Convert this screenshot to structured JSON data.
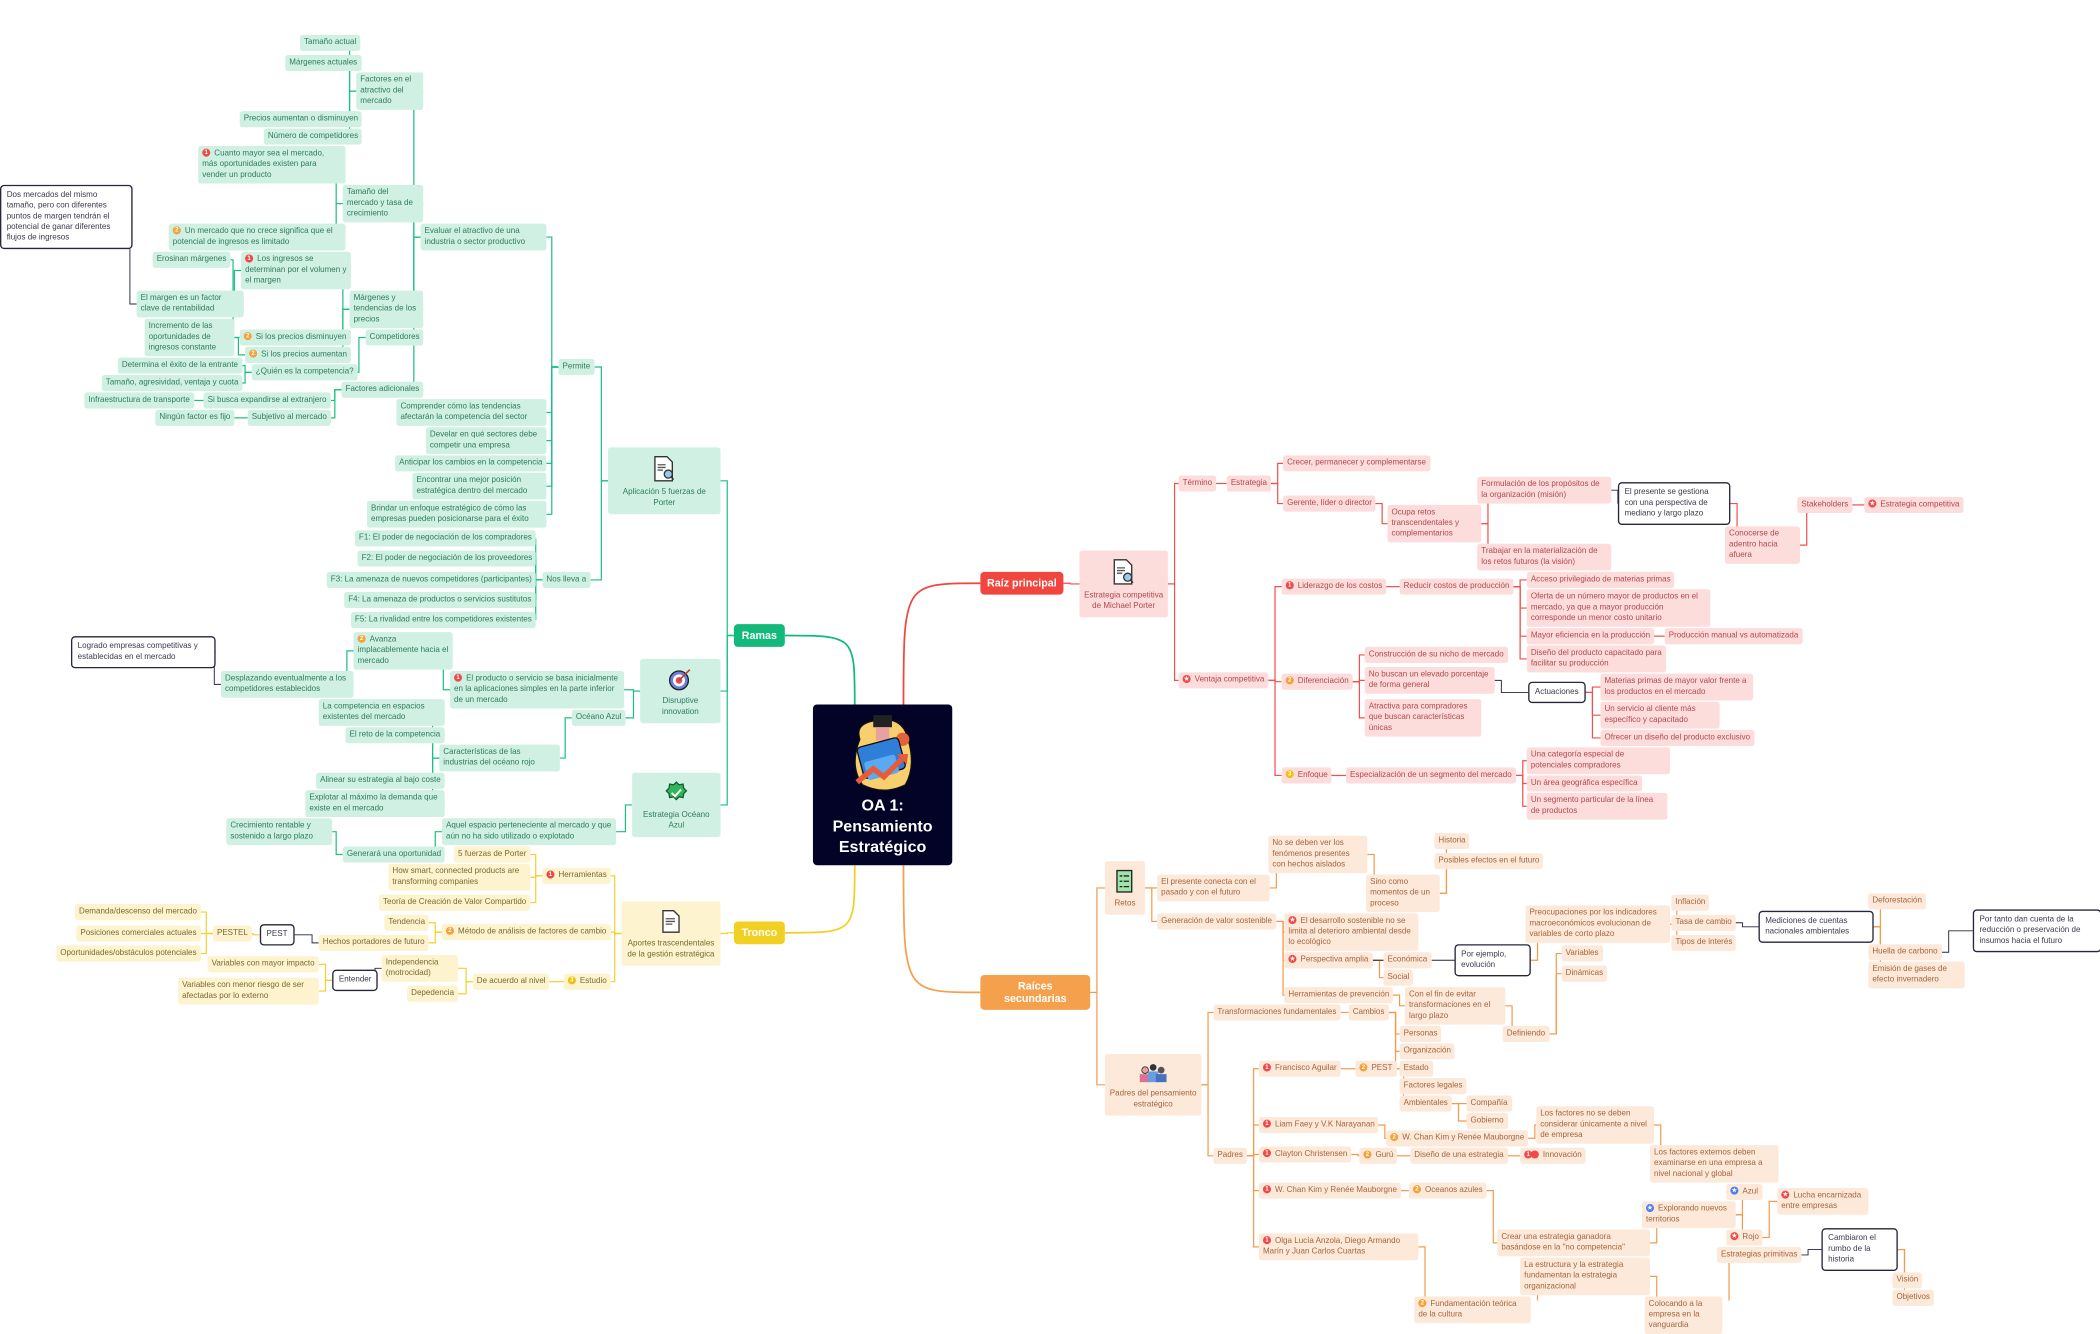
{
  "central": {
    "title": "OA 1: Pensamiento Estratégico",
    "icon": "briefcase-growth-illustration"
  },
  "branches": {
    "ramas": {
      "label": "Ramas",
      "color": "#12b97a"
    },
    "tronco": {
      "label": "Tronco",
      "color": "#f1d023"
    },
    "raiz_principal": {
      "label": "Raíz principal",
      "color": "#f0463f"
    },
    "raices_secundarias": {
      "label": "Raíces secundarias",
      "color": "#f5a04c"
    }
  },
  "nodes": {
    "ramas": {
      "g_porter": "Aplicación 5 fuerzas de Porter",
      "g_disr": "Disruptive innovation",
      "g_ocean": "Estrategia Océano Azul",
      "g_permite": "Permite",
      "g_nos": "Nos lleva a",
      "g_eval": "Evaluar el atractivo de una industria o sector productivo",
      "g_comp": "Comprender cómo las tendencias afectarán la competencia del sector",
      "g_dev": "Develar en qué sectores debe competir una empresa",
      "g_ant": "Anticipar los cambios en la competencia",
      "g_enc": "Encontrar una mejor posición estratégica dentro del mercado",
      "g_brin": "Brindar un enfoque estratégico de cómo las empresas pueden posicionarse para el éxito",
      "g_fact": "Factores en el atractivo del mercado",
      "g_tam": "Tamaño del mercado y tasa de crecimiento",
      "g_marg": "Márgenes y tendencias de los precios",
      "g_compet": "Competidores",
      "g_fadd": "Factores adicionales",
      "g_ta": "Tamaño actual",
      "g_ma": "Márgenes actuales",
      "g_pa": "Precios aumentan o disminuyen",
      "g_nc": "Número de competidores",
      "g_cm": "Cuanto mayor sea el mercado, más oportunidades existen para vender un producto",
      "g_un": "Un mercado que no crece significa que el potencial de ingresos es limitado",
      "g_li": "Los ingresos se determinan por el volumen y el margen",
      "g_spd": "Si los precios disminuyen",
      "g_spa": "Si los precios aumentan",
      "g_mf": "El margen es un factor clave de rentabilidad",
      "g_dos": "Dos mercados del mismo tamaño, pero con diferentes puntos de margen tendrán el potencial de ganar diferentes flujos de ingresos",
      "g_ero": "Erosinan márgenes",
      "g_inc": "Incremento de las oportunidades de ingresos constante",
      "g_qui": "¿Quién es la competencia?",
      "g_det": "Determina el éxito de la entrante",
      "g_tag": "Tamaño, agresividad, ventaja y cuota",
      "g_sbe": "Si busca expandirse al extranjero",
      "g_sub": "Subjetivo al mercado",
      "g_inf": "Infraestructura de transporte",
      "g_nin": "Ningún factor es fijo",
      "g_f1": "F1: El poder de negociación de los compradores",
      "g_f2": "F2: El poder de negociación de los proveedores",
      "g_f3": "F3: La amenaza de nuevos competidores (participantes)",
      "g_f4": "F4: La amenaza de productos o servicios sustitutos",
      "g_f5": "F5: La rivalidad entre los competidores existentes",
      "g_prod": "El producto o servicio se basa inicialmente en la aplicaciones simples en la parte inferior de un mercado",
      "g_ava": "Avanza implacablemente hacia el mercado",
      "g_des": "Desplazando eventualmente a los competidores establecidos",
      "g_log": "Logrado empresas competitivas y establecidas en el mercado",
      "g_oa": "Océano Azul",
      "g_car": "Características de las industrias del océano rojo",
      "g_c1": "La competencia en espacios existentes del mercado",
      "g_c2": "El reto de la competencia",
      "g_c3": "Alinear su estrategia al bajo coste",
      "g_c4": "Explotar al máximo la demanda que existe en el mercado",
      "g_aqu": "Aquel espacio perteneciente al mercado y que aún no ha sido utilizado o explotado",
      "g_gen": "Generará una oportunidad",
      "g_cre": "Crecimiento rentable y sostenido a largo plazo"
    },
    "tronco": {
      "y_apo": "Aportes trascendentales de la gestión estratégica",
      "y_her": "Herramientas",
      "y_met": "Método de análisis de factores de cambio",
      "y_est": "Estudio",
      "y_5f": "5 fuerzas de Porter",
      "y_how": "How smart, connected products are transforming companies",
      "y_teo": "Teoría de Creación de Valor Compartido",
      "y_ten": "Tendencia",
      "y_hec": "Hechos portadores de futuro",
      "y_pest": "PEST",
      "y_pestel": "PESTEL",
      "y_dem": "Demanda/descenso del mercado",
      "y_pos": "Posiciones comerciales actuales",
      "y_opo": "Oportunidades/obstáculos potenciales",
      "y_dea": "De acuerdo al nivel",
      "y_ind": "Independencia (motrocidad)",
      "y_dep": "Depedencia",
      "y_ent": "Entender",
      "y_vmi": "Variables con mayor impacto",
      "y_vme": "Variables con menor riesgo de ser afectadas por lo externo"
    },
    "raiz_principal": {
      "r_ecmp": "Estrategia competitiva de Michael Porter",
      "r_ter": "Término",
      "r_ven": "Ventaja competitiva",
      "r_estr": "Estrategia",
      "r_cre": "Crecer, permanecer y complementarse",
      "r_ger": "Gerente, líder o director",
      "r_ocu": "Ocupa retos transcendentales y complementarios",
      "r_for": "Formulación de los propósitos de la organización (misión)",
      "r_tra": "Trabajar en la materialización de los retos futuros (la visión)",
      "r_pre": "El presente se gestiona con una perspectiva de mediano y largo plazo",
      "r_con": "Conocerse de adentro hacia afuera",
      "r_sta": "Stakeholders",
      "r_ec": "Estrategia competitiva",
      "r_lid": "Liderazgo de los costos",
      "r_dif": "Diferenciación",
      "r_enf": "Enfoque",
      "r_red": "Reducir costos de producción",
      "r_acc": "Acceso privilegiado de materias primas",
      "r_ofe": "Oferta de un número mayor de productos en el mercado, ya que a mayor producción corresponde un menor costo unitario",
      "r_may": "Mayor eficiencia en la producción",
      "r_dis": "Diseño del producto capacitado para facilitar su producción",
      "r_pma": "Producción manual vs automatizada",
      "r_cns": "Construcción de su nicho de mercado",
      "r_nob": "No buscan un elevado porcentaje de forma general",
      "r_atr": "Atractiva para compradores que buscan características únicas",
      "r_act": "Actuaciones",
      "r_mat": "Materias primas de mayor valor frente a los productos en el mercado",
      "r_ser": "Un servicio al cliente más específico y capacitado",
      "r_ofr": "Ofrecer un diseño del producto exclusivo",
      "r_esp": "Especialización de un segmento del mercado",
      "r_cat": "Una categoría especial de potenciales compradores",
      "r_are": "Un área geográfica específica",
      "r_seg": "Un segmento particular de la línea de productos"
    },
    "raices_secundarias": {
      "o_ret": "Retos",
      "o_pad": "Padres del pensamiento estratégico",
      "o_epc": "El presente conecta con el pasado y con el futuro",
      "o_gvs": "Generación de valor sostenible",
      "o_nsd": "No se deben ver los fenómenos presentes con hechos aislados",
      "o_sin": "Sino como momentos de un proceso",
      "o_his": "Historia",
      "o_pef": "Posibles efectos en el futuro",
      "o_eds": "El desarrollo sostenible no se limita al deterioro ambiental desde lo ecológico",
      "o_per": "Perspectiva amplia",
      "o_hpr": "Herramientas de prevención",
      "o_eco": "Económica",
      "o_soc": "Social",
      "o_pej": "Por ejemplo, evolución",
      "o_pin": "Preocupaciones por los indicadores macroeconómicos evolucionan de variables de corto plazo",
      "o_inf": "Inflación",
      "o_tas": "Tasa de cambio",
      "o_tip": "Tipos de interés",
      "o_med": "Mediciones de cuentas nacionales ambientales",
      "o_def": "Deforestación",
      "o_hue": "Huella de carbono",
      "o_emi": "Emisión de gases de efecto invernadero",
      "o_ptd": "Por tanto dan cuenta de la reducción o preservación de insumos hacia el futuro",
      "o_cfe": "Con el fin de evitar transformaciones en el largo plazo",
      "o_def2": "Definiendo",
      "o_var": "Variables",
      "o_din": "Dinámicas",
      "o_tfu": "Transformaciones fundamentales",
      "o_pds": "Padres",
      "o_cam": "Cambios",
      "o_pers": "Personas",
      "o_org": "Organización",
      "o_est": "Estado",
      "o_fa": "Francisco Aguilar",
      "o_lf": "Liam Faey y V.K Narayanan",
      "o_cc": "Clayton Christensen",
      "o_wc": "W. Chan Kim y Renée Mauborgne",
      "o_ol": "Olga Lucía Anzola, Diego Armando Marín y Juan Carlos Cuartas",
      "o_pest": "PEST",
      "o_fle": "Factores legales",
      "o_amb": "Ambientales",
      "o_comp": "Compañía",
      "o_gob": "Gobierno",
      "o_wc2": "W. Chan Kim y Renée Mauborgne",
      "o_lfn": "Los factores no se deben considerar únicamente a nivel de empresa",
      "o_lfe": "Los factores externos deben examinarse en una empresa a nivel nacional y global",
      "o_gur": "Gurú",
      "o_dis": "Diseño de una estrategia",
      "o_inn": "Innovación",
      "o_oce": "Oceanos azules",
      "o_cre": "Crear una estrategia ganadora basándose en la \"no competencia\"",
      "o_exp": "Explorando nuevos territorios",
      "o_azu": "Azul",
      "o_roj": "Rojo",
      "o_luc": "Lucha encarnizada entre empresas",
      "o_fun": "Fundamentación teórica de la cultura",
      "o_lae": "La estructura y la estrategia fundamentan la estrategia organizacional",
      "o_col": "Colocando a la empresa en la vanguardia",
      "o_epr": "Estrategias primitivas",
      "o_cph": "Cambiaron el rumbo de la historia",
      "o_vis": "Visión",
      "o_obj": "Objetivos"
    }
  },
  "markers": {
    "g_cm": "priority-1",
    "g_un": "priority-2",
    "g_li": "priority-1",
    "g_spd": "priority-2",
    "g_spa": "priority-2",
    "g_prod": "priority-1",
    "g_ava": "priority-2",
    "y_her": "priority-1",
    "y_met": "priority-2",
    "y_est": "priority-3",
    "r_ven": "star-red",
    "r_ec": "star-red",
    "r_lid": "priority-1",
    "r_dif": "priority-2",
    "r_enf": "priority-3",
    "o_eds": "star-red",
    "o_per": "star-red",
    "o_fa": "priority-1",
    "o_lf": "priority-1",
    "o_cc": "priority-1",
    "o_wc": "priority-1",
    "o_ol": "priority-1",
    "o_pest": "priority-2",
    "o_wc2": "priority-2",
    "o_gur": "priority-2",
    "o_oce": "priority-2",
    "o_fun": "priority-2",
    "o_inn": "double",
    "o_exp": "blue",
    "o_azu": "blue",
    "o_roj": "star-red",
    "o_luc": "star-red"
  },
  "icons": {
    "g_porter": "document-search-icon",
    "g_disr": "target-icon",
    "g_ocean": "check-badge-icon",
    "y_apo": "document-icon",
    "r_ecmp": "document-search-icon",
    "o_ret": "checklist-icon",
    "o_pad": "people-icon"
  }
}
